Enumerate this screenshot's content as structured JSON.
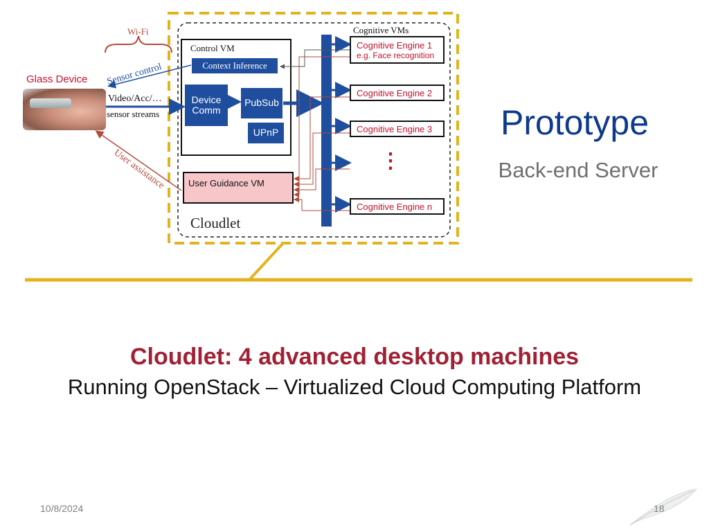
{
  "slide": {
    "title": "Prototype",
    "subtitle": "Back-end Server",
    "heading": "Cloudlet: 4 advanced desktop machines",
    "subheading": "Running OpenStack – Virtualized Cloud Computing Platform",
    "date": "10/8/2024",
    "page_number": "18"
  },
  "diagram": {
    "wifi_label": "Wi-Fi",
    "glass_device_label": "Glass Device",
    "sensor_control_label": "Sensor control",
    "video_label": "Video/Acc/…",
    "sensor_streams_label": "sensor streams",
    "user_assistance_label": "User assistance",
    "cloudlet_label": "Cloudlet",
    "control_vm_label": "Control VM",
    "context_inference_label": "Context Inference",
    "device_comm_label": "Device Comm",
    "pubsub_label": "PubSub",
    "upnp_label": "UPnP",
    "user_guidance_label": "User Guidance VM",
    "cognitive_vms_label": "Cognitive VMs",
    "engines": [
      {
        "label": "Cognitive Engine 1",
        "sub": "e.g. Face recognition"
      },
      {
        "label": "Cognitive Engine 2",
        "sub": ""
      },
      {
        "label": "Cognitive Engine 3",
        "sub": ""
      },
      {
        "label": "Cognitive Engine n",
        "sub": ""
      }
    ],
    "ellipsis": "⋮",
    "colors": {
      "accent_yellow": "#e3b31d",
      "blue": "#1f4e9e",
      "red_text": "#c0142c",
      "arrow_red": "#b24a3a"
    }
  }
}
